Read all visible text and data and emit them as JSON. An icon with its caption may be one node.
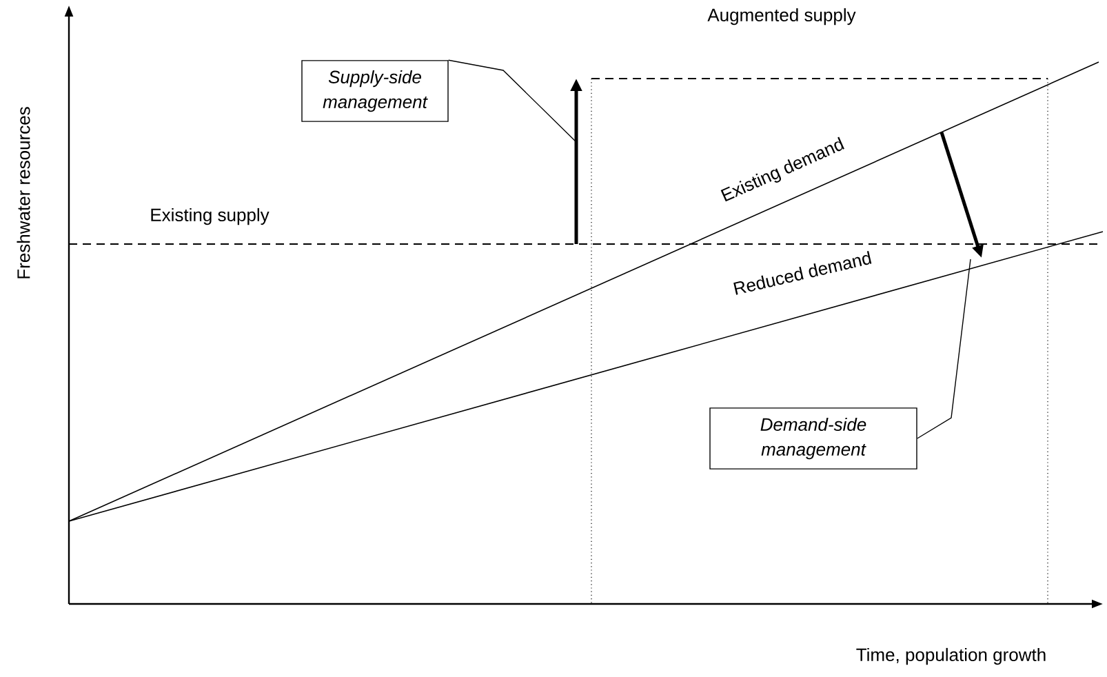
{
  "diagram": {
    "nodes": [
      {
        "text": [
          "Supply-side management"
        ]
      },
      {
        "text": [
          "Demand-side management"
        ]
      }
    ],
    "edges": [
      {
        "from": 0,
        "to": null,
        "arrow": "none"
      },
      {
        "from": 1,
        "to": null,
        "arrow": "none"
      }
    ],
    "labels": [
      "Augmented supply",
      "Existing supply",
      "Existing demand",
      "Reduced demand",
      "Freshwater resources",
      "Time, population growth"
    ]
  }
}
